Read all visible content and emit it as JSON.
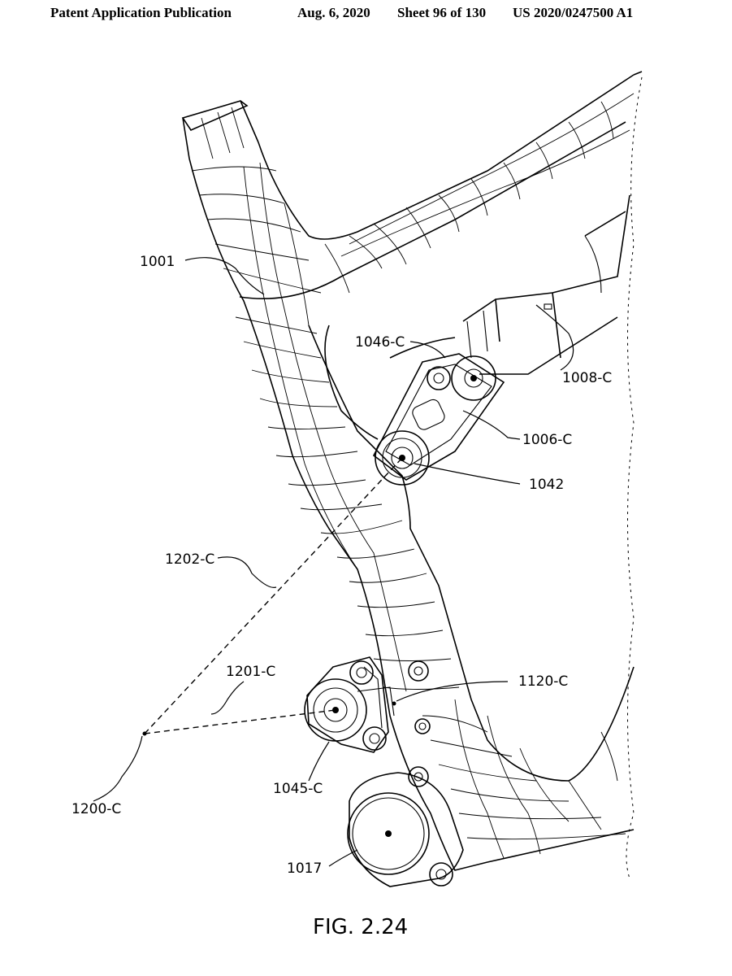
{
  "header": {
    "publication": "Patent Application Publication",
    "date": "Aug. 6, 2020",
    "sheet": "Sheet 96 of 130",
    "number": "US 2020/0247500 A1"
  },
  "figure": {
    "title": "FIG. 2.24",
    "labels": {
      "frame": "1001",
      "shock": "1008-C",
      "upper_pivot": "1046-C",
      "link": "1006-C",
      "main_pivot": "1042",
      "line_upper": "1202-C",
      "line_lower": "1201-C",
      "link_mount": "1120-C",
      "lower_pivot": "1045-C",
      "intersection": "1200-C",
      "bottom_bracket": "1017"
    }
  }
}
